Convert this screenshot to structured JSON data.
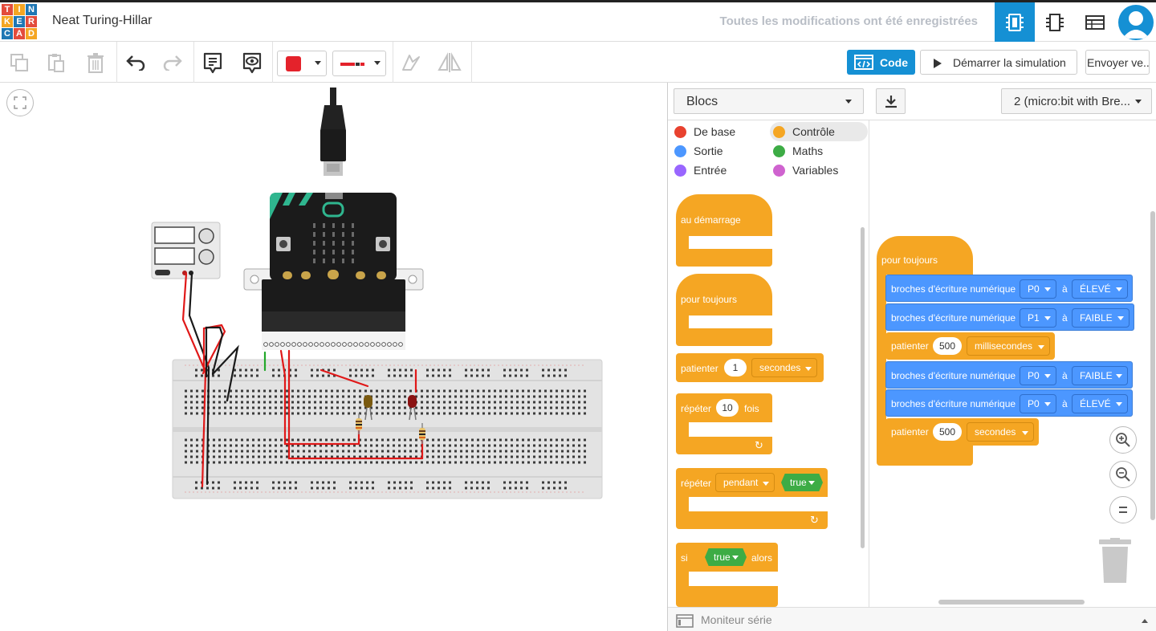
{
  "app": {
    "logo_letters": [
      "T",
      "I",
      "N",
      "K",
      "E",
      "R",
      "C",
      "A",
      "D"
    ],
    "logo_colors": [
      "#e34c3c",
      "#f5a623",
      "#1f77b4",
      "#f5a623",
      "#1f77b4",
      "#e34c3c",
      "#1f77b4",
      "#e34c3c",
      "#f5a623"
    ],
    "project_title": "Neat Turing-Hillar",
    "save_status": "Toutes les modifications ont été enregistrées"
  },
  "toolbar": {
    "code_label": "Code",
    "simulate_label": "Démarrer la simulation",
    "send_label": "Envoyer ve...",
    "wire_color": "#e4222b"
  },
  "code_panel": {
    "mode_select": "Blocs",
    "device_select": "2 (micro:bit with Bre...",
    "categories": [
      {
        "label": "De base",
        "color": "#e8422f"
      },
      {
        "label": "Contrôle",
        "color": "#f5a623"
      },
      {
        "label": "Sortie",
        "color": "#4c97ff"
      },
      {
        "label": "Maths",
        "color": "#3dac45"
      },
      {
        "label": "Entrée",
        "color": "#9966ff"
      },
      {
        "label": "Variables",
        "color": "#cf63cf"
      }
    ],
    "palette": {
      "on_start": "au démarrage",
      "forever": "pour toujours",
      "wait": "patienter",
      "wait_value": "1",
      "wait_unit": "secondes",
      "repeat": "répéter",
      "repeat_value": "10",
      "repeat_suffix": "fois",
      "repeat_while": "répéter",
      "repeat_while_mode": "pendant",
      "repeat_while_cond": "true",
      "if": "si",
      "if_cond": "true",
      "if_then": "alors"
    },
    "script": {
      "hat": "pour toujours",
      "digital_write": "broches d'écriture numérique",
      "to": "à",
      "lines": [
        {
          "kind": "write",
          "pin": "P0",
          "value": "ÉLEVÉ"
        },
        {
          "kind": "write",
          "pin": "P1",
          "value": "FAIBLE"
        },
        {
          "kind": "wait",
          "label": "patienter",
          "amount": "500",
          "unit": "millisecondes"
        },
        {
          "kind": "write",
          "pin": "P0",
          "value": "FAIBLE"
        },
        {
          "kind": "write",
          "pin": "P0",
          "value": "ÉLEVÉ"
        },
        {
          "kind": "wait",
          "label": "patienter",
          "amount": "500",
          "unit": "secondes"
        }
      ]
    },
    "serial_monitor": "Moniteur série"
  }
}
